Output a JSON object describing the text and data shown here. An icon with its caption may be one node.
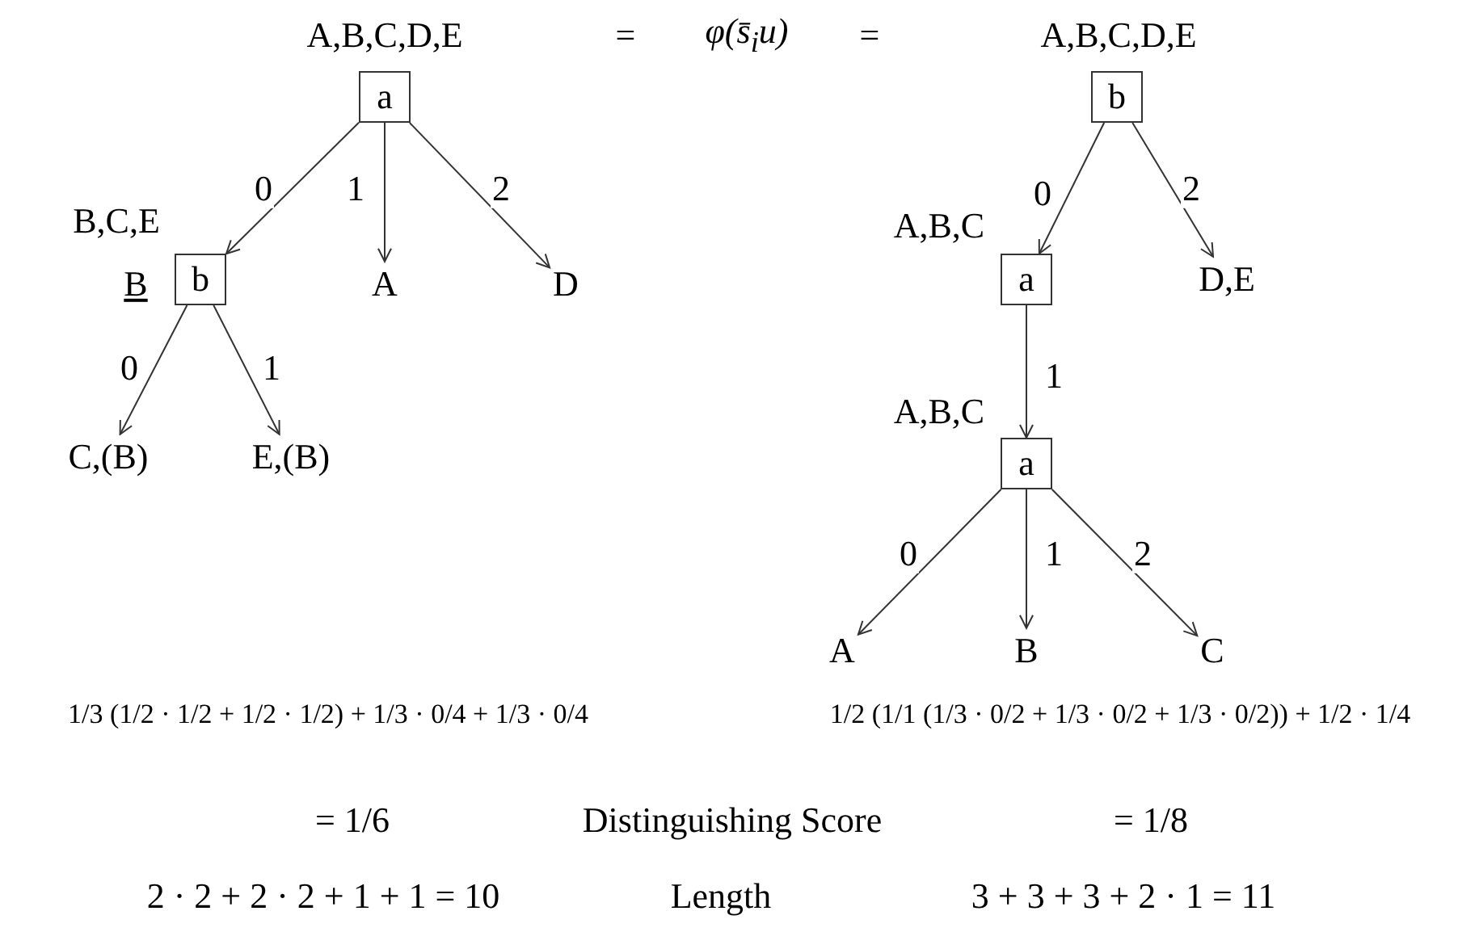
{
  "diagram": {
    "nodes": [
      {
        "text": [
          "a"
        ],
        "beside": [
          "A,B,C,D,E"
        ]
      },
      {
        "text": [
          "b"
        ],
        "beside": [
          "B,C,E",
          "B"
        ]
      },
      {
        "text": [
          "A"
        ]
      },
      {
        "text": [
          "D"
        ]
      },
      {
        "text": [
          "C,(B)"
        ]
      },
      {
        "text": [
          "E,(B)"
        ]
      },
      {
        "text": [
          "b"
        ],
        "beside": [
          "A,B,C,D,E"
        ]
      },
      {
        "text": [
          "a"
        ],
        "beside": [
          "A,B,C"
        ]
      },
      {
        "text": [
          "D,E"
        ]
      },
      {
        "text": [
          "a"
        ],
        "beside": [
          "A,B,C"
        ]
      },
      {
        "text": [
          "A"
        ]
      },
      {
        "text": [
          "B"
        ]
      },
      {
        "text": [
          "C"
        ]
      }
    ],
    "edges": [
      {
        "from": 0,
        "to": 1,
        "arrow": "to",
        "label": "0"
      },
      {
        "from": 0,
        "to": 2,
        "arrow": "to",
        "label": "1"
      },
      {
        "from": 0,
        "to": 3,
        "arrow": "to",
        "label": "2"
      },
      {
        "from": 1,
        "to": 4,
        "arrow": "to",
        "label": "0"
      },
      {
        "from": 1,
        "to": 5,
        "arrow": "to",
        "label": "1"
      },
      {
        "from": 6,
        "to": 7,
        "arrow": "to",
        "label": "0"
      },
      {
        "from": 6,
        "to": 8,
        "arrow": "to",
        "label": "2"
      },
      {
        "from": 7,
        "to": 9,
        "arrow": "to",
        "label": "1"
      },
      {
        "from": 9,
        "to": 10,
        "arrow": "to",
        "label": "0"
      },
      {
        "from": 9,
        "to": 11,
        "arrow": "to",
        "label": "1"
      },
      {
        "from": 9,
        "to": 12,
        "arrow": "to",
        "label": "2"
      }
    ],
    "labels": [
      "=",
      "φ(s̄$_{i}$u)",
      "=",
      "1/3 (1/2 · 1/2 + 1/2 · 1/2) + 1/3 · 0/4 + 1/3 · 0/4",
      "1/2 (1/1 (1/3 · 0/2 + 1/3 · 0/2 + 1/3 · 0/2)) + 1/2 · 1/4",
      "= 1/6",
      "Distinguishing Score",
      "= 1/8",
      "2 · 2 + 2 · 2 + 1 + 1 = 10",
      "Length",
      "3 + 3 + 3 + 2 · 1 = 11"
    ]
  }
}
